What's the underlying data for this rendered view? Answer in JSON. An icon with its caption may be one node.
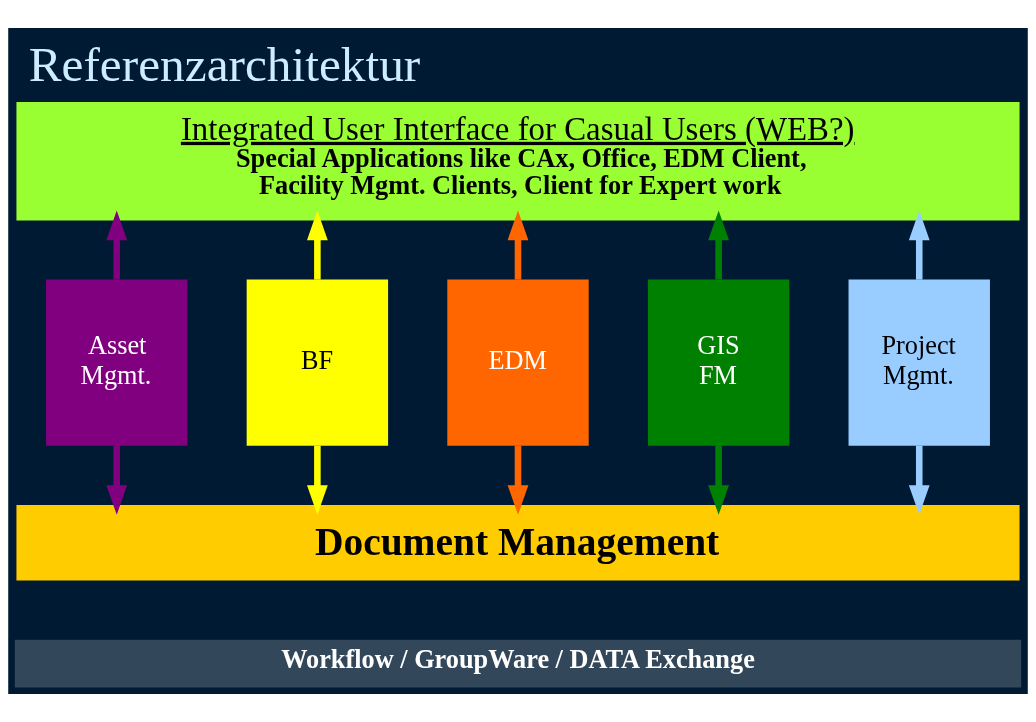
{
  "diagram": {
    "title": "Referenzarchitektur",
    "nodes": [
      {
        "text": [
          "Integrated User Interface for Casual Users (WEB?)",
          "Special Applications like CAx, Office, EDM Client, Facility Mgmt. Clients, Client for Expert work"
        ]
      },
      {
        "text": [
          "Asset Mgmt."
        ]
      },
      {
        "text": [
          "BF"
        ]
      },
      {
        "text": [
          "EDM"
        ]
      },
      {
        "text": [
          "GIS FM"
        ]
      },
      {
        "text": [
          "Project Mgmt."
        ]
      },
      {
        "text": [
          "Workflow / GroupWare / DATA Exchange"
        ]
      },
      {
        "text": [
          "Document Management"
        ]
      }
    ],
    "edges": [
      {
        "from": 1,
        "to": 0,
        "arrow": "to",
        "color": "#800080"
      },
      {
        "from": 1,
        "to": 7,
        "arrow": "to",
        "color": "#800080"
      },
      {
        "from": 2,
        "to": 0,
        "arrow": "to",
        "color": "#ffff00"
      },
      {
        "from": 2,
        "to": 7,
        "arrow": "to",
        "color": "#ffff00"
      },
      {
        "from": 3,
        "to": 0,
        "arrow": "to",
        "color": "#ff6600"
      },
      {
        "from": 3,
        "to": 7,
        "arrow": "to",
        "color": "#ff6600"
      },
      {
        "from": 4,
        "to": 0,
        "arrow": "to",
        "color": "#008000"
      },
      {
        "from": 4,
        "to": 7,
        "arrow": "to",
        "color": "#008000"
      },
      {
        "from": 5,
        "to": 0,
        "arrow": "to",
        "color": "#99ccff"
      },
      {
        "from": 5,
        "to": 7,
        "arrow": "to",
        "color": "#99ccff"
      }
    ]
  }
}
